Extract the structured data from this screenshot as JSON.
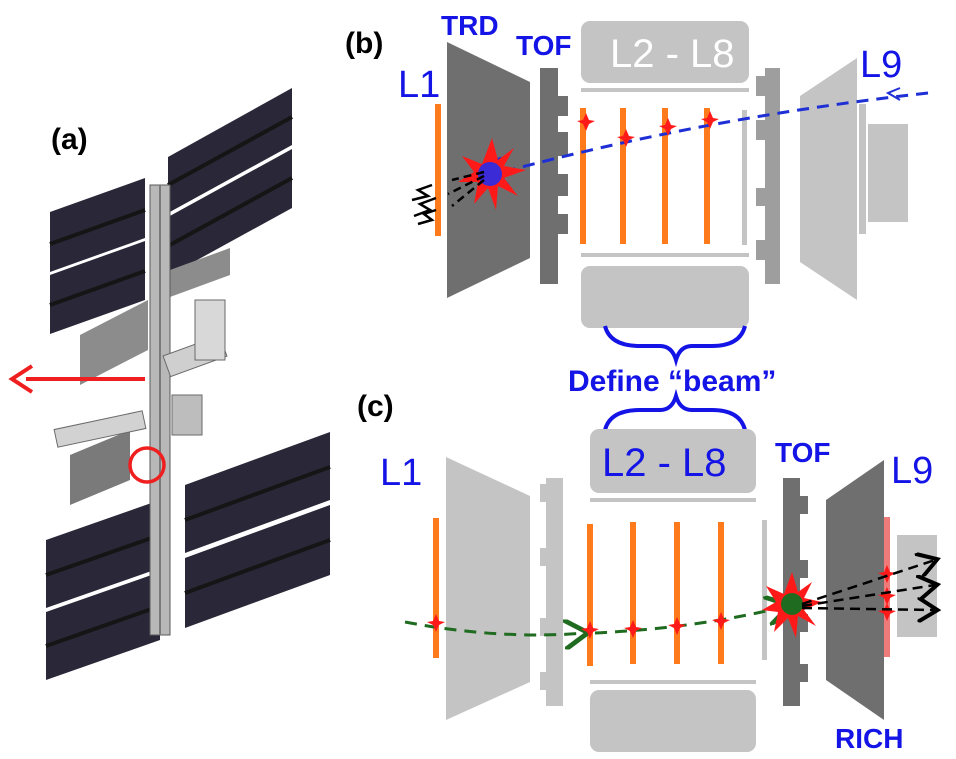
{
  "panels": {
    "a": {
      "tag": "(a)"
    },
    "b": {
      "tag": "(b)",
      "trd": "TRD",
      "tof": "TOF",
      "l1": "L1",
      "l2l8": "L2 - L8",
      "l9": "L9"
    },
    "c": {
      "tag": "(c)",
      "tof": "TOF",
      "l1": "L1",
      "l2l8": "L2 - L8",
      "l9": "L9",
      "rich": "RICH"
    }
  },
  "brace_label": "Define “beam”",
  "colors": {
    "label_blue": "#1414e6",
    "layer_orange": "#ff7a1a",
    "hit_red": "#ff1a1a",
    "beam_blue": "#1f2fd6",
    "beam_green": "#1f6b1f",
    "arrow_red": "#ef1f1f",
    "detector_dark": "#6f6f6f",
    "detector_mid": "#9e9e9e",
    "detector_light": "#c4c4c4",
    "panel_black": "#000000",
    "rich_pink": "#ee7a7a"
  }
}
